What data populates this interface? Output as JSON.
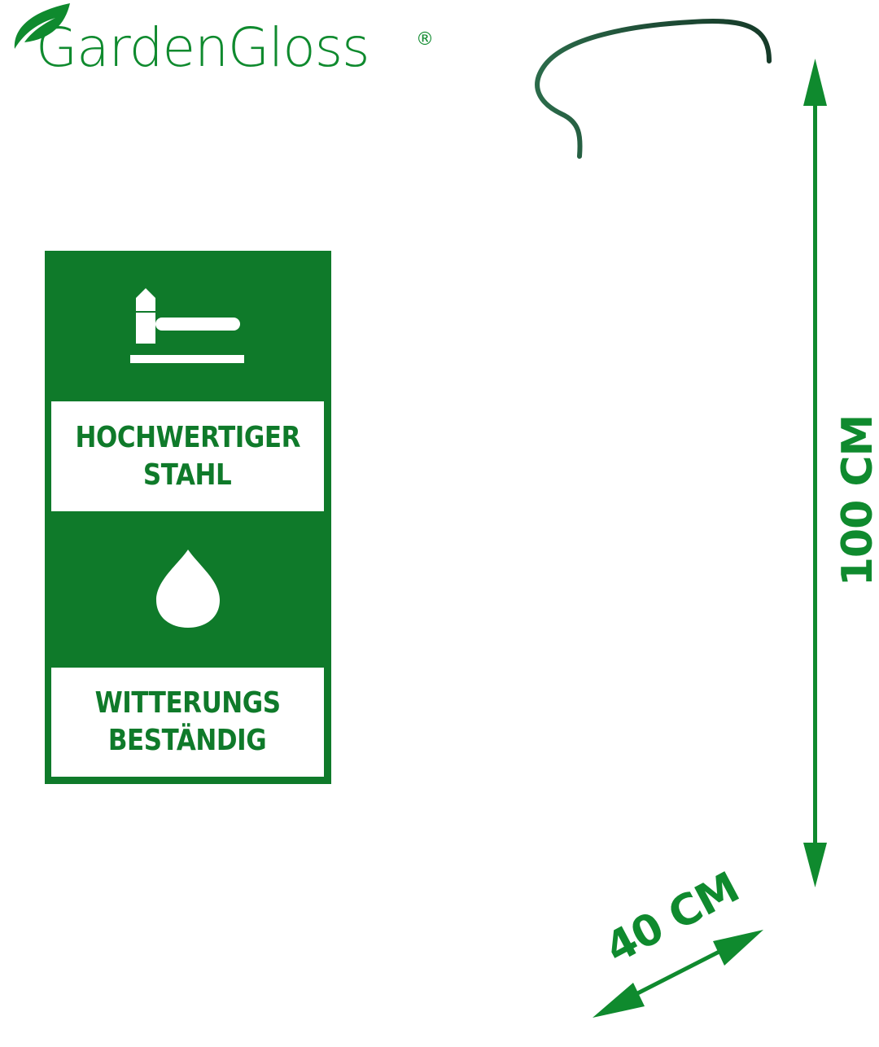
{
  "brand": {
    "name": "GardenGloss",
    "registered": "®",
    "color": "#0f8a2e"
  },
  "features": {
    "panel_color": "#0f7a2a",
    "items": [
      {
        "icon": "hammer-icon",
        "lines": [
          "HOCHWERTIGER",
          "STAHL"
        ]
      },
      {
        "icon": "water-drop-icon",
        "lines": [
          "WITTERUNGS",
          "BESTÄNDIG"
        ]
      }
    ]
  },
  "dimensions": {
    "height_label": "100 CM",
    "width_label": "40 CM"
  },
  "product": {
    "name": "plant-support-hoop",
    "color": "#1e4d36"
  }
}
